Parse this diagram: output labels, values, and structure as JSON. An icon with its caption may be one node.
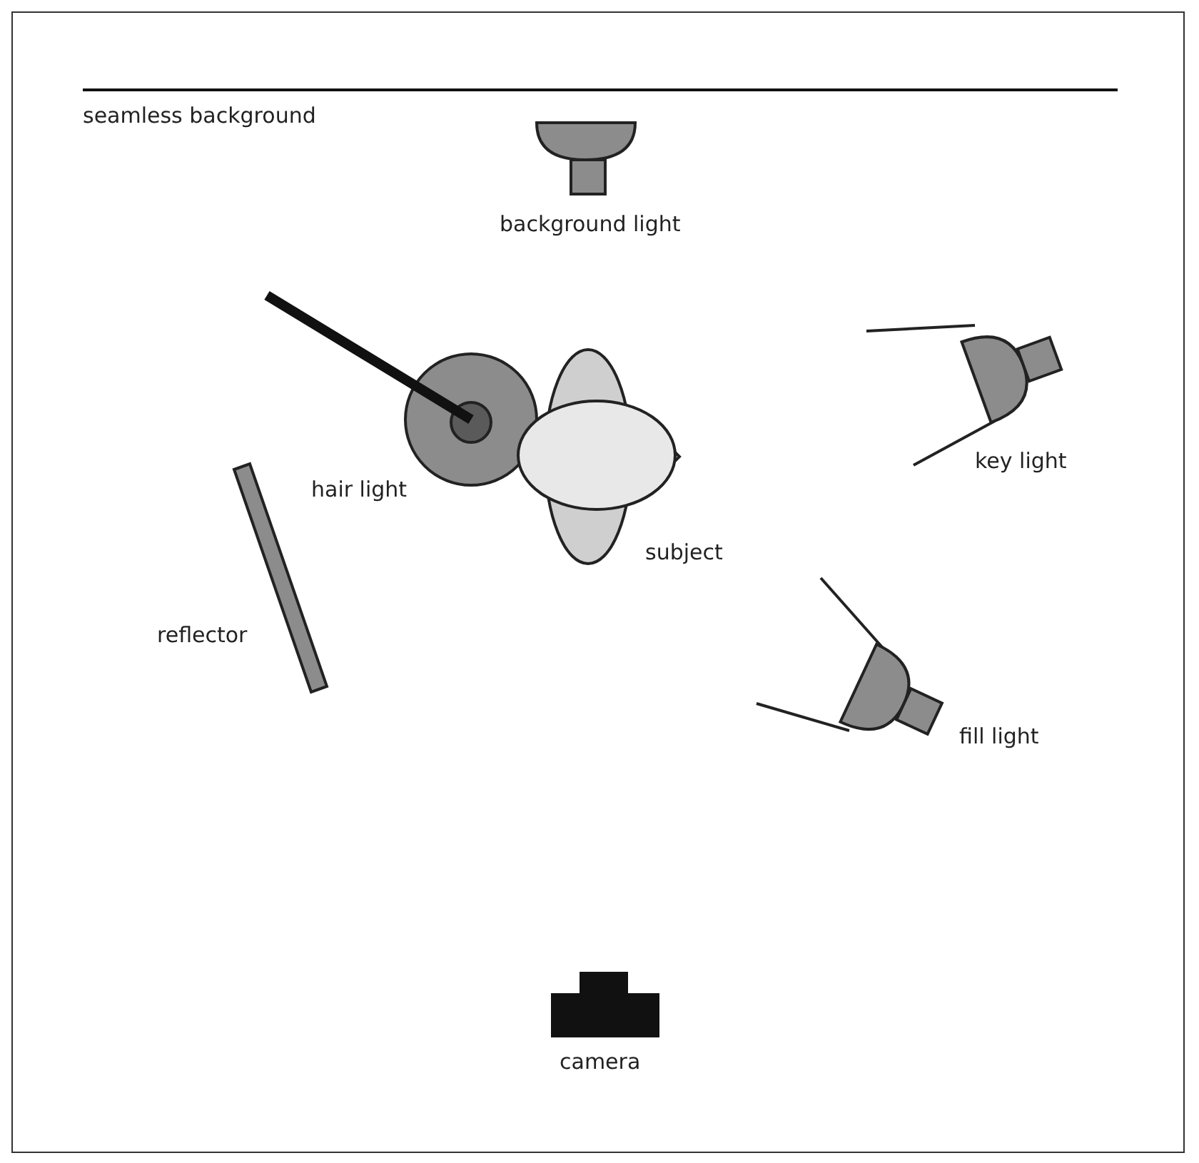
{
  "diagram": {
    "labels": [
      "seamless background",
      "background light",
      "key light",
      "hair light",
      "subject",
      "reflector",
      "fill light",
      "camera"
    ]
  }
}
